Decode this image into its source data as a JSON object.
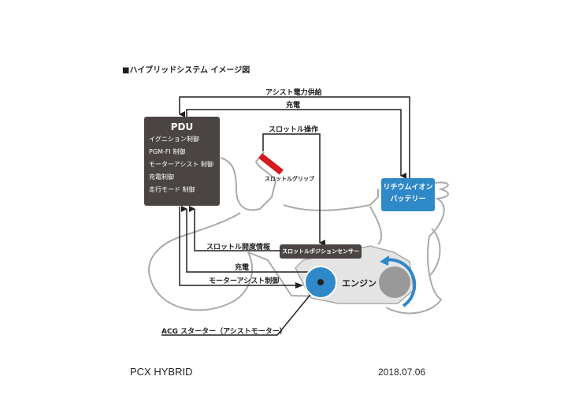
{
  "title": "■ハイブリッドシステム イメージ図",
  "labels": {
    "assist_power": "アシスト電力供給",
    "charge_top": "充電",
    "throttle_op": "スロットル操作",
    "throttle_grip": "スロットルグリップ",
    "throttle_info": "スロットル開度情報",
    "charge_bottom": "充電",
    "motor_assist": "モーターアシスト制御",
    "engine": "エンジン",
    "acg": "ACG スターター（アシストモーター）"
  },
  "pdu": {
    "title": "PDU",
    "items": [
      "イグニション制御",
      "PGM-FI 制御",
      "モーターアシスト 制御",
      "充電制御",
      "走行モード 制御"
    ]
  },
  "battery": {
    "line1": "リチウムイオン",
    "line2": "バッテリー"
  },
  "sensor": "スロットルポジションセンサー",
  "footer": {
    "model": "PCX HYBRID",
    "date": "2018.07.06"
  },
  "colors": {
    "pdu": "#4a4543",
    "battery": "#2f88c8",
    "motor": "#2f88c8",
    "grip": "#d71920",
    "outline": "#aaaaaa"
  }
}
